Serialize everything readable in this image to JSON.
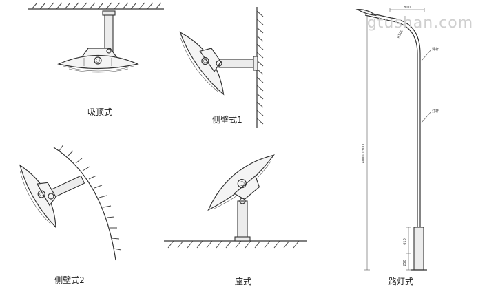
{
  "panels": {
    "ceiling": {
      "caption": "吸顶式"
    },
    "wall1": {
      "caption": "侧壁式1"
    },
    "wall2": {
      "caption": "侧壁式2"
    },
    "seat": {
      "caption": "座式"
    },
    "pole": {
      "caption": "路灯式",
      "dims": {
        "arm_length": "800",
        "arm_radius": "R500",
        "height": "4000-13000",
        "base_upper": "610",
        "base_lower": "250"
      },
      "labels": {
        "upper_pole": "臂杆",
        "lower_pole": "灯杆"
      }
    }
  },
  "watermark": "gtushan.com"
}
